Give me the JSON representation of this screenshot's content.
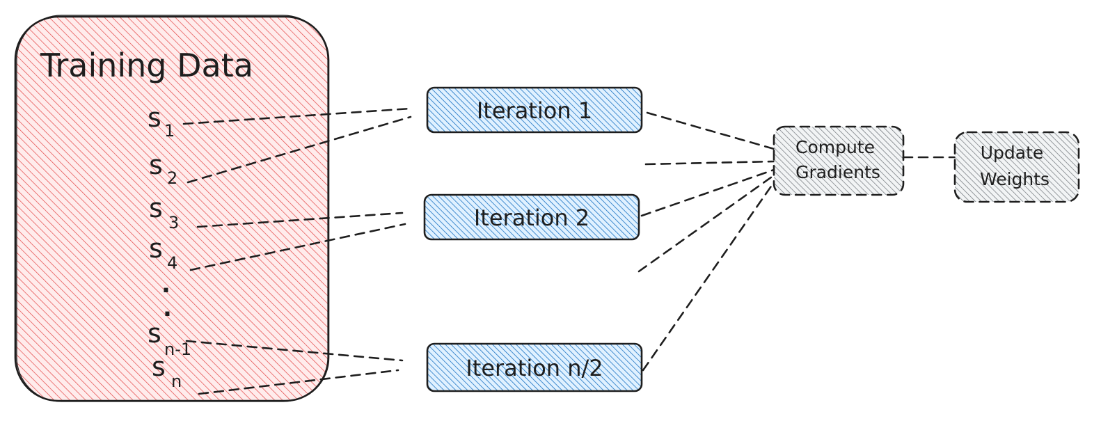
{
  "training_data": {
    "title": "Training Data",
    "samples": [
      {
        "base": "s",
        "sub": "1"
      },
      {
        "base": "s",
        "sub": "2"
      },
      {
        "base": "s",
        "sub": "3"
      },
      {
        "base": "s",
        "sub": "4"
      },
      {
        "base": "s",
        "sub": "n-1"
      },
      {
        "base": "s",
        "sub": "n"
      }
    ],
    "ellipsis": "."
  },
  "iterations": [
    {
      "label": "Iteration 1"
    },
    {
      "label": "Iteration 2"
    },
    {
      "label": "Iteration n/2"
    }
  ],
  "compute": {
    "line1": "Compute",
    "line2": "Gradients"
  },
  "update": {
    "line1": "Update",
    "line2": "Weights"
  },
  "colors": {
    "training_fill": "#ffc9c9",
    "training_hatch": "#e03131",
    "iteration_fill": "#a5d8ff",
    "iteration_hatch": "#1971c2",
    "gray_fill": "#e9ecef",
    "gray_hatch": "#495057",
    "stroke": "#1e1e1e"
  }
}
